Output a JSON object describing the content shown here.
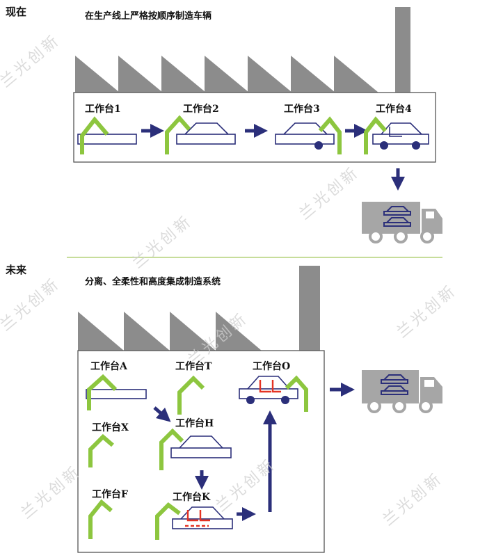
{
  "sections": {
    "now": {
      "heading": "现在",
      "subtitle": "在生产线上严格按顺序制造车辆",
      "stations": [
        "工作台1",
        "工作台2",
        "工作台3",
        "工作台4"
      ]
    },
    "future": {
      "heading": "未来",
      "subtitle": "分离、全柔性和高度集成制造系统",
      "stations": {
        "A": "工作台A",
        "T": "工作台T",
        "O": "工作台O",
        "X": "工作台X",
        "H": "工作台H",
        "F": "工作台F",
        "K": "工作台K"
      }
    }
  },
  "watermark": "兰光创新",
  "colors": {
    "green": "#8dc63f",
    "navy": "#2b2f7a",
    "roof": "#8c8c8c",
    "truck": "#a6a6a6",
    "divider": "#c7dd9b",
    "red": "#e53323"
  }
}
